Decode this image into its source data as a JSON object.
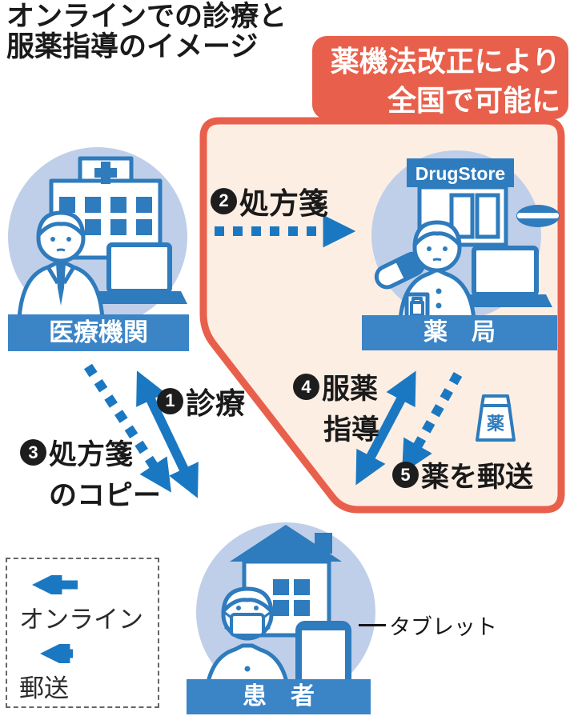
{
  "title": {
    "line1": "オンラインでの診療と",
    "line2": "服薬指導のイメージ"
  },
  "badge": {
    "line1": "薬機法改正により",
    "line2": "全国で可能に"
  },
  "nodes": {
    "medical": {
      "label": "医療機関"
    },
    "pharmacy": {
      "label": "薬　局",
      "sign": "DrugStore"
    },
    "patient": {
      "label": "患　者"
    }
  },
  "steps": {
    "s1": {
      "num": "1",
      "label": "診療"
    },
    "s2": {
      "num": "2",
      "label": "処方箋"
    },
    "s3": {
      "num": "3",
      "line1": "処方箋",
      "line2": "のコピー"
    },
    "s4": {
      "num": "4",
      "line1": "服薬",
      "line2": "指導"
    },
    "s5": {
      "num": "5",
      "label": "薬を郵送"
    }
  },
  "medicine_bag": {
    "text": "薬"
  },
  "tablet_note": {
    "text": "タブレット"
  },
  "legend": {
    "online": "オンライン",
    "mail": "郵送"
  },
  "colors": {
    "arrow_blue": "#1a78c2",
    "icon_blue": "#2e7bbd",
    "bar_blue": "#3b84c6",
    "circle_blue": "#bfcfe9",
    "red": "#e8604c",
    "peach": "#fdeee4",
    "text_black": "#1a1a1a"
  }
}
